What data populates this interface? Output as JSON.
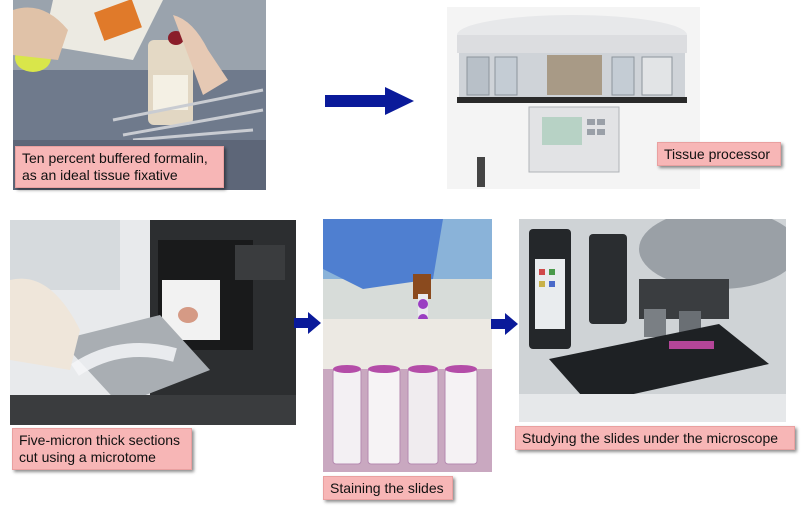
{
  "steps": {
    "fixation": {
      "caption_line1": "Ten percent buffered formalin,",
      "caption_line2": " as an ideal tissue fixative"
    },
    "processor": {
      "caption": "Tissue processor"
    },
    "microtome": {
      "caption_line1": "Five-micron thick sections",
      "caption_line2": " cut using a microtome"
    },
    "staining": {
      "caption": "Staining the slides"
    },
    "microscope": {
      "caption": "Studying the slides under the microscope"
    }
  },
  "icons": {
    "arrow": "right-arrow-icon",
    "arrow_color": "#0a1a9a"
  },
  "colors": {
    "caption_bg": "#f7b6b6",
    "background": "#ffffff"
  }
}
